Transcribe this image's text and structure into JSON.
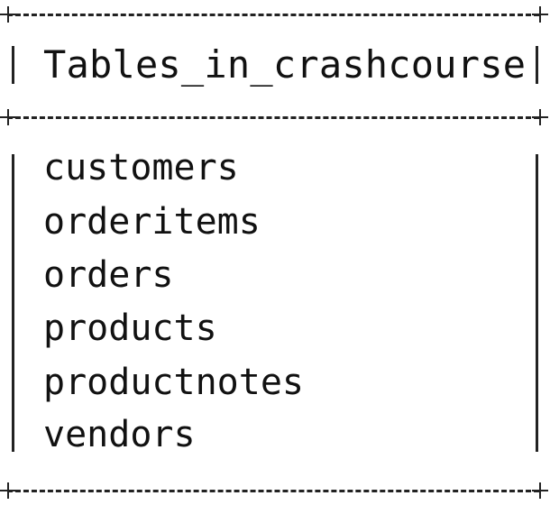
{
  "table": {
    "header": "Tables_in_crashcourse",
    "rows": [
      "customers",
      "orderitems",
      "orders",
      "products",
      "productnotes",
      "vendors"
    ]
  },
  "colors": {
    "text": "#111111",
    "border": "#222222",
    "background": "#ffffff"
  }
}
